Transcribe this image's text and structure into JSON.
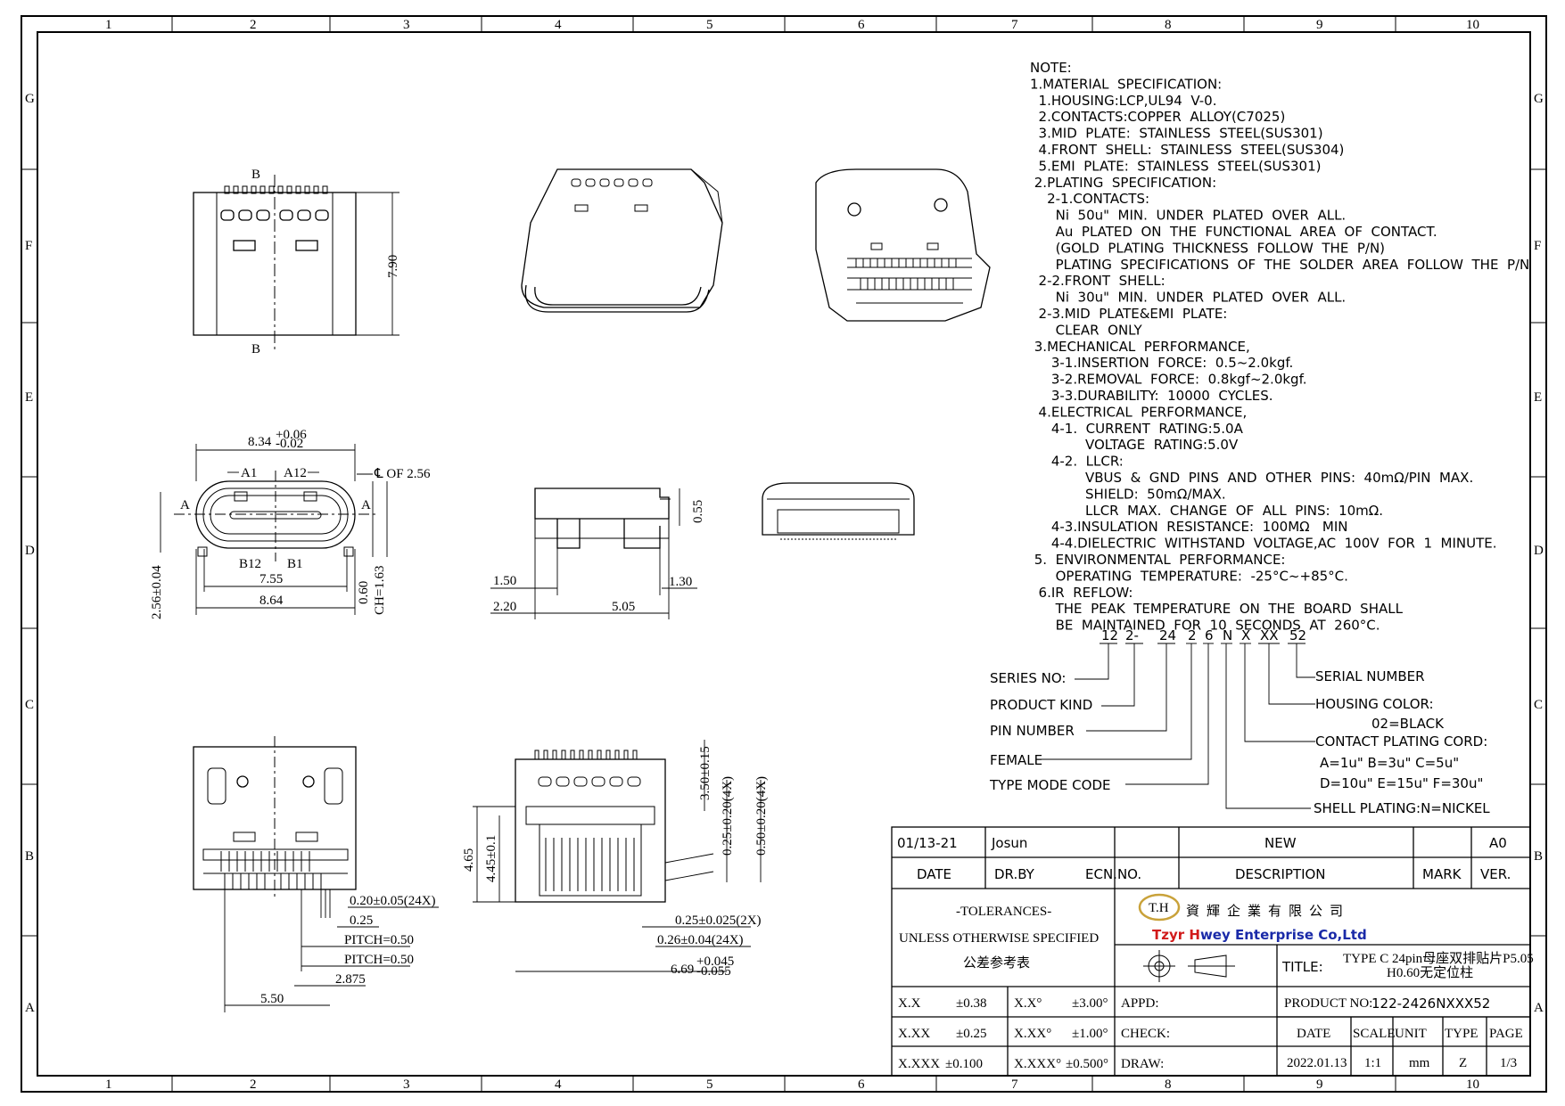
{
  "border": {
    "columns": [
      "1",
      "2",
      "3",
      "4",
      "5",
      "6",
      "7",
      "8",
      "9",
      "10"
    ],
    "rows": [
      "G",
      "F",
      "E",
      "D",
      "C",
      "B",
      "A"
    ]
  },
  "views": {
    "top": {
      "dim_height": "7.90",
      "section_mark": "B"
    },
    "front": {
      "width_base": "8.34",
      "width_tol_upper": "+0.06",
      "width_tol_lower": "-0.02",
      "pin_a1": "A1",
      "pin_a12": "A12",
      "pin_b12": "B12",
      "pin_b1": "B1",
      "centerline": "℄ OF 2.56",
      "section_mark": "A",
      "dim_7_55": "7.55",
      "dim_8_64": "8.64",
      "dim_2_56": "2.56±0.04",
      "dim_0_60": "0.60",
      "dim_ch": "CH=1.63"
    },
    "side": {
      "dim_0_55": "0.55",
      "dim_1_50": "1.50",
      "dim_1_30": "1.30",
      "dim_2_20": "2.20",
      "dim_5_05": "5.05"
    },
    "bottom": {
      "d1": "0.20±0.05(24X)",
      "d2": "0.25",
      "d3": "PITCH=0.50",
      "d4": "PITCH=0.50",
      "d5": "2.875",
      "d6": "5.50"
    },
    "rear": {
      "v1": "3.50±0.15",
      "v2": "0.25±0.20(4X)",
      "v3": "0.50±0.20(4X)",
      "h1": "4.65",
      "h2": "4.45±0.1",
      "d1": "0.25±0.025(2X)",
      "d2": "0.26±0.04(24X)",
      "d3_base": "6.69",
      "d3_up": "+0.045",
      "d3_low": "-0.055"
    }
  },
  "notes": [
    "NOTE:",
    "1.MATERIAL  SPECIFICATION:",
    "  1.HOUSING:LCP,UL94  V-0.",
    "  2.CONTACTS:COPPER  ALLOY(C7025)",
    "  3.MID  PLATE:  STAINLESS  STEEL(SUS301)",
    "  4.FRONT  SHELL:  STAINLESS  STEEL(SUS304)",
    "  5.EMI  PLATE:  STAINLESS  STEEL(SUS301)",
    " 2.PLATING  SPECIFICATION:",
    "    2-1.CONTACTS:",
    "      Ni  50u\"  MIN.  UNDER  PLATED  OVER  ALL.",
    "      Au  PLATED  ON  THE  FUNCTIONAL  AREA  OF  CONTACT.",
    "      (GOLD  PLATING  THICKNESS  FOLLOW  THE  P/N)",
    "      PLATING  SPECIFICATIONS  OF  THE  SOLDER  AREA  FOLLOW  THE  P/N",
    "  2-2.FRONT  SHELL:",
    "      Ni  30u\"  MIN.  UNDER  PLATED  OVER  ALL.",
    "  2-3.MID  PLATE&EMI  PLATE:",
    "      CLEAR  ONLY",
    " 3.MECHANICAL  PERFORMANCE,",
    "     3-1.INSERTION  FORCE:  0.5~2.0kgf.",
    "     3-2.REMOVAL  FORCE:  0.8kgf~2.0kgf.",
    "     3-3.DURABILITY:  10000  CYCLES.",
    "  4.ELECTRICAL  PERFORMANCE,",
    "     4-1.  CURRENT  RATING:5.0A",
    "             VOLTAGE  RATING:5.0V",
    "     4-2.  LLCR:",
    "             VBUS  &  GND  PINS  AND  OTHER  PINS:  40mΩ/PIN  MAX.",
    "             SHIELD:  50mΩ/MAX.",
    "             LLCR  MAX.  CHANGE  OF  ALL  PINS:  10mΩ.",
    "     4-3.INSULATION  RESISTANCE:  100MΩ   MIN",
    "     4-4.DIELECTRIC  WITHSTAND  VOLTAGE,AC  100V  FOR  1  MINUTE.",
    " 5.  ENVIRONMENTAL  PERFORMANCE:",
    "      OPERATING  TEMPERATURE:  -25°C~+85°C.",
    "  6.IR  REFLOW:",
    "      THE  PEAK  TEMPERATURE  ON  THE  BOARD  SHALL",
    "      BE  MAINTAINED  FOR  10  SECONDS  AT  260°C."
  ],
  "part_code": {
    "segments": [
      "12",
      "2-",
      "24",
      "2",
      "6",
      "N",
      "X",
      "XX",
      "52"
    ],
    "series_no": "SERIES  NO:",
    "product_kind": "PRODUCT  KIND",
    "pin_number": "PIN  NUMBER",
    "female": "FEMALE",
    "type_mode": "TYPE  MODE  CODE",
    "serial": "SERIAL  NUMBER",
    "housing_color": "HOUSING  COLOR:",
    "housing_color_val": "02=BLACK",
    "contact_plating": "CONTACT  PLATING  CORD:",
    "contact_plating_1": "A=1u\"   B=3u\"   C=5u\"",
    "contact_plating_2": "D=10u\" E=15u\" F=30u\"",
    "shell_plating": "SHELL  PLATING:N=NICKEL"
  },
  "title_block": {
    "rev_date": "01/13-21",
    "rev_by": "Josun",
    "rev_desc": "NEW",
    "rev_ver": "A0",
    "h_date": "DATE",
    "h_drby": "DR.BY",
    "h_ecn": "ECN.NO.",
    "h_desc": "DESCRIPTION",
    "h_mark": "MARK",
    "h_ver": "VER.",
    "tol_title": "-TOLERANCES-",
    "tol_sub": "UNLESS OTHERWISE SPECIFIED",
    "tol_cn": "公差参考表",
    "company_cn": "資輝企業有限公司",
    "company_en_1": "Tzyr",
    "company_en_2": "H",
    "company_en_3": "wey Enterprise Co,Ltd",
    "logo_text": "T.H",
    "title_label": "TITLE:",
    "title_1": "TYPE C 24pin母座双排贴片P5.05",
    "title_2": "H0.60无定位柱",
    "product_label": "PRODUCT NO:",
    "product_no": "122-2426NXXX52",
    "tol_rows": [
      {
        "a": "X.X",
        "b": "±0.38",
        "c": "X.X°",
        "d": "±3.00°"
      },
      {
        "a": "X.XX",
        "b": "±0.25",
        "c": "X.XX°",
        "d": "±1.00°"
      },
      {
        "a": "X.XXX",
        "b": "±0.100",
        "c": "X.XXX°",
        "d": "±0.500°"
      }
    ],
    "appd": "APPD:",
    "check": "CHECK:",
    "draw": "DRAW:",
    "h2_date": "DATE",
    "h2_scale": "SCALE",
    "h2_unit": "UNIT",
    "h2_type": "TYPE",
    "h2_page": "PAGE",
    "v_date": "2022.01.13",
    "v_scale": "1:1",
    "v_unit": "mm",
    "v_type": "Z",
    "v_page": "1/3"
  },
  "colors": {
    "logo_gold": "#c9a23a",
    "brand_red": "#d11a1a",
    "brand_blue": "#1a2aa8"
  }
}
